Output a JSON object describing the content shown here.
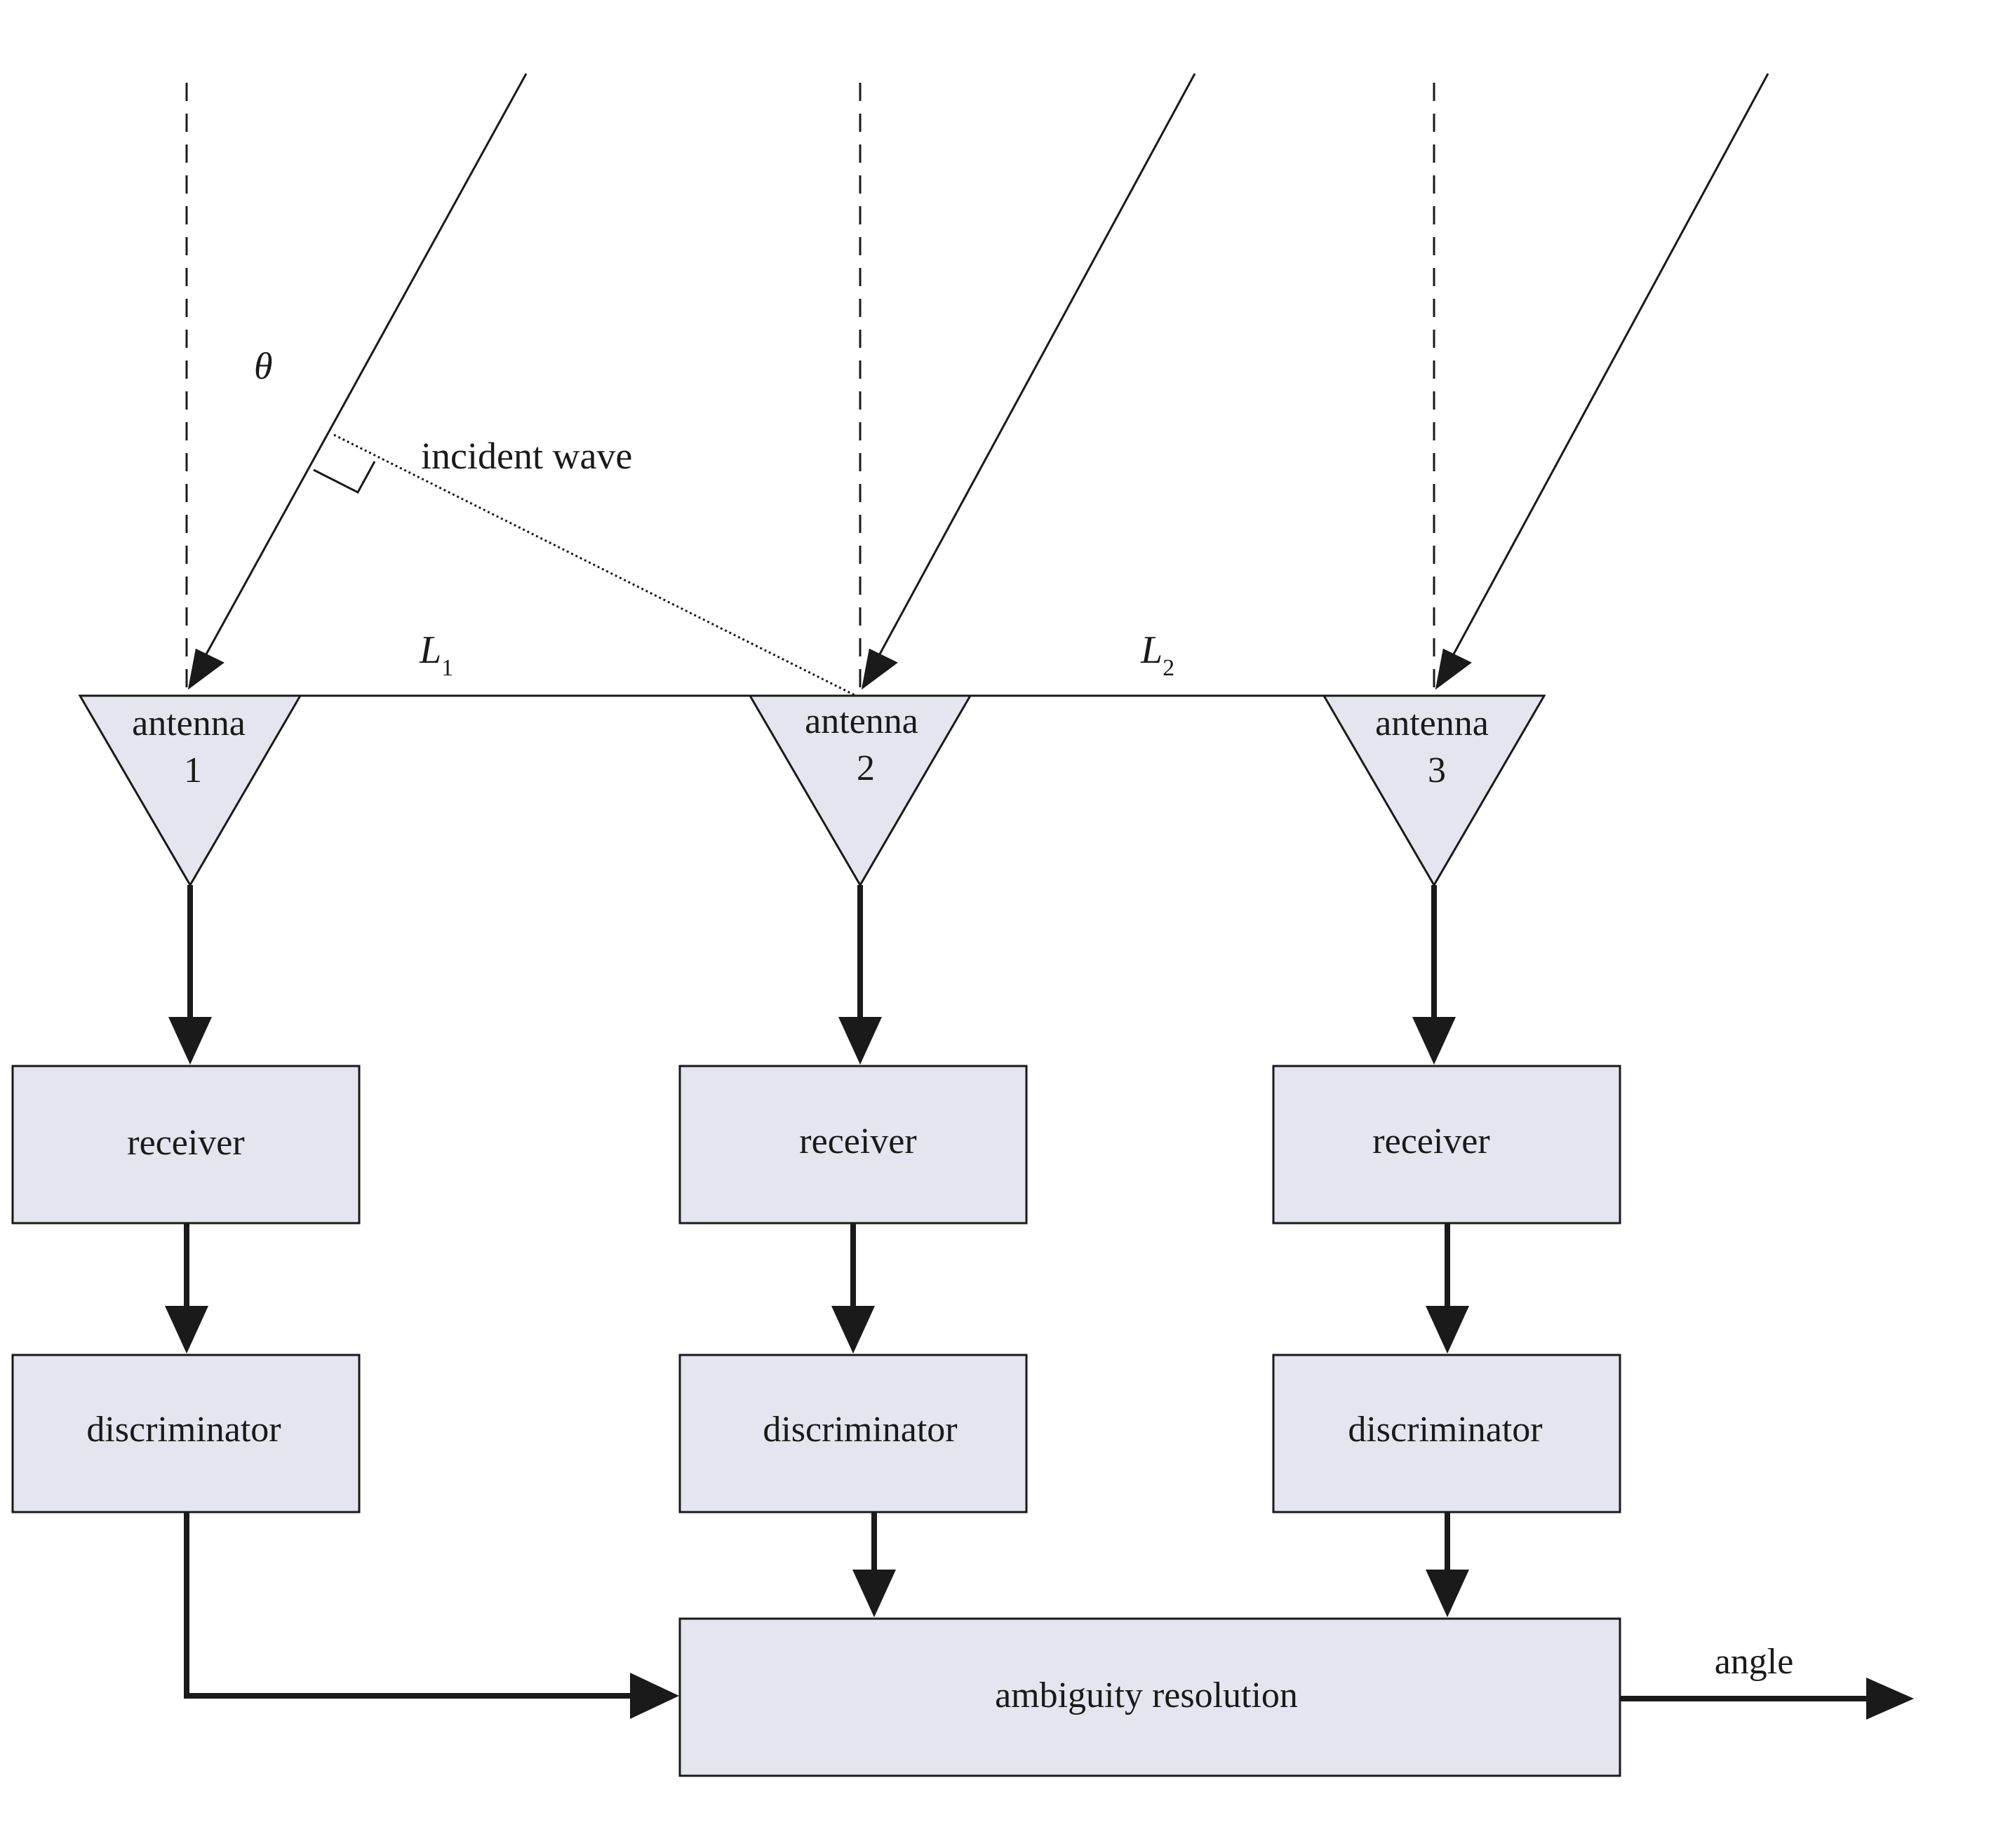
{
  "symbols": {
    "theta": "θ",
    "baseline1": "L",
    "baseline1_sub": "1",
    "baseline2": "L",
    "baseline2_sub": "2"
  },
  "incident_wave_label": "incident wave",
  "antennas": [
    {
      "line1": "antenna",
      "line2": "1"
    },
    {
      "line1": "antenna",
      "line2": "2"
    },
    {
      "line1": "antenna",
      "line2": "3"
    }
  ],
  "receivers": [
    "receiver",
    "receiver",
    "receiver"
  ],
  "discriminators": [
    "discriminator",
    "discriminator",
    "discriminator"
  ],
  "ambiguity_resolution": "ambiguity resolution",
  "output_label": "angle",
  "colors": {
    "block_fill": "#e4e5ee",
    "stroke": "#1a1a1a",
    "background": "#ffffff"
  }
}
